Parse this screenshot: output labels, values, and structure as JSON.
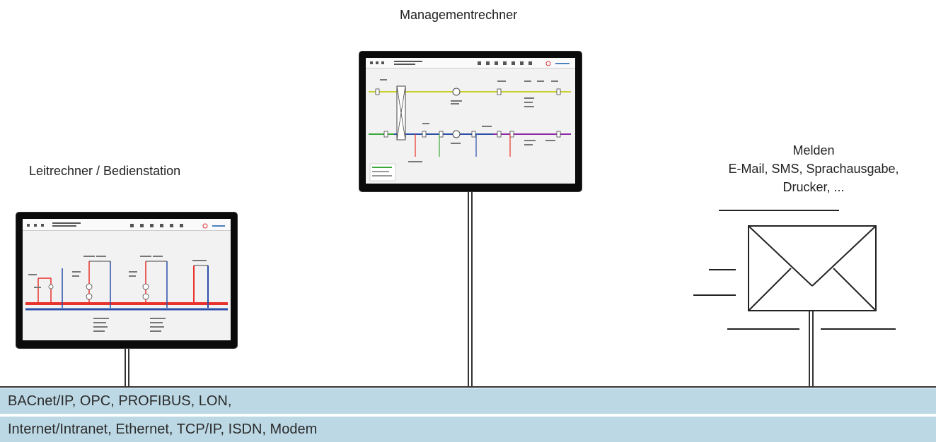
{
  "nodes": {
    "management": {
      "label": "Managementrechner"
    },
    "leitrechner": {
      "label": "Leitrechner / Bedienstation"
    },
    "melden": {
      "lines": [
        "Melden",
        "E-Mail, SMS, Sprachausgabe,",
        "Drucker, ..."
      ]
    }
  },
  "bus": {
    "row1": "BACnet/IP, OPC, PROFIBUS, LON,",
    "row2": "Internet/Intranet, Ethernet, TCP/IP, ISDN, Modem"
  },
  "colors": {
    "bus_band": "#bcd8e4",
    "supply_line": "#e8322b",
    "return_line": "#2b4fa8",
    "outdoor_line": "#c8d22e",
    "exhaust_line": "#8e2aa6",
    "fresh_line": "#3aa83a"
  },
  "icons": [
    "monitor-icon",
    "envelope-icon"
  ]
}
